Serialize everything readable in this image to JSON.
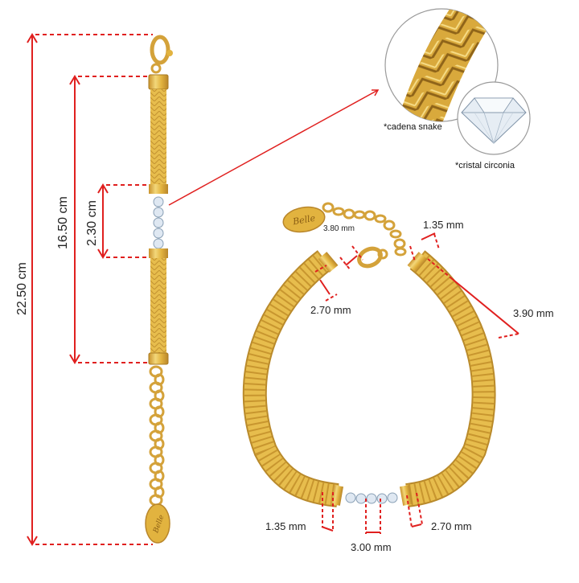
{
  "measurements": {
    "total_length": "22.50 cm",
    "chain_length": "16.50 cm",
    "stone_section": "2.30 cm",
    "bar_width_top": "1.35 mm",
    "ring_size": "3.80 mm",
    "bar_height_left": "2.70 mm",
    "chain_width": "3.90 mm",
    "bar_width_bottom": "1.35 mm",
    "stone_width": "3.00 mm",
    "bar_height_bottom": "2.70 mm"
  },
  "callouts": {
    "chain_type": "*cadena snake",
    "stone_type": "*cristal circonia"
  },
  "tag_text": "Belle",
  "colors": {
    "gold": "#e2b33f",
    "gold_dark": "#b9862a",
    "gold_light": "#f3d77a",
    "measure_red": "#e0201f",
    "crystal": "#dfe8f2"
  }
}
